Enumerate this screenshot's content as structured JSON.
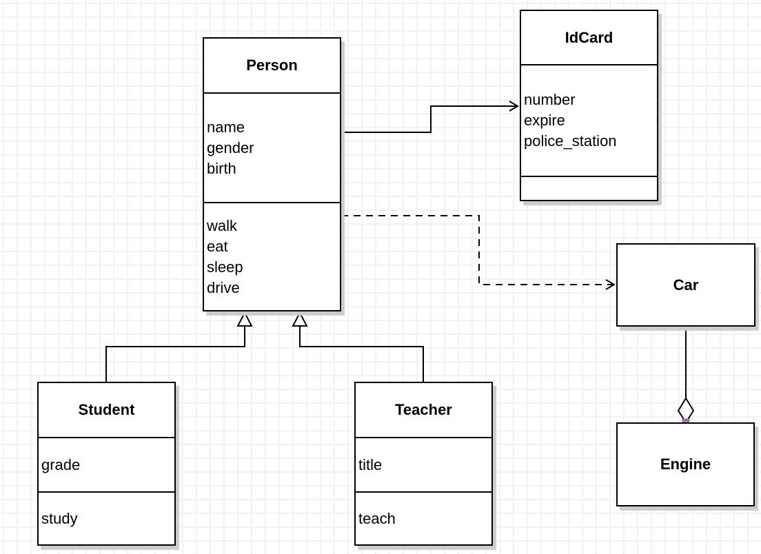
{
  "diagram": {
    "kind": "uml-class-diagram",
    "classes": {
      "person": {
        "name": "Person",
        "attributes": [
          "name",
          "gender",
          "birth"
        ],
        "methods": [
          "walk",
          "eat",
          "sleep",
          "drive"
        ]
      },
      "idcard": {
        "name": "IdCard",
        "attributes": [
          "number",
          "expire",
          "police_station"
        ],
        "methods": []
      },
      "car": {
        "name": "Car",
        "attributes": [],
        "methods": []
      },
      "engine": {
        "name": "Engine",
        "attributes": [],
        "methods": []
      },
      "student": {
        "name": "Student",
        "attributes": [
          "grade"
        ],
        "methods": [
          "study"
        ]
      },
      "teacher": {
        "name": "Teacher",
        "attributes": [
          "title"
        ],
        "methods": [
          "teach"
        ]
      }
    },
    "relationships": [
      {
        "from": "Person",
        "to": "IdCard",
        "type": "association",
        "line": "solid",
        "marker": "open-arrow"
      },
      {
        "from": "Person",
        "to": "Car",
        "type": "dependency",
        "line": "dashed",
        "marker": "open-arrow"
      },
      {
        "from": "Student",
        "to": "Person",
        "type": "generalization",
        "line": "solid",
        "marker": "hollow-triangle"
      },
      {
        "from": "Teacher",
        "to": "Person",
        "type": "generalization",
        "line": "solid",
        "marker": "hollow-triangle"
      },
      {
        "from": "Car",
        "to": "Engine",
        "type": "aggregation",
        "line": "solid",
        "marker": "hollow-diamond"
      }
    ],
    "colors": {
      "shape_fill": "#ffffff",
      "shape_stroke": "#000000",
      "endpoint_handle": "#b767bb",
      "grid_line": "#f2f2f2",
      "canvas_background": "#ffffff",
      "shadow": "#cccccc"
    }
  }
}
